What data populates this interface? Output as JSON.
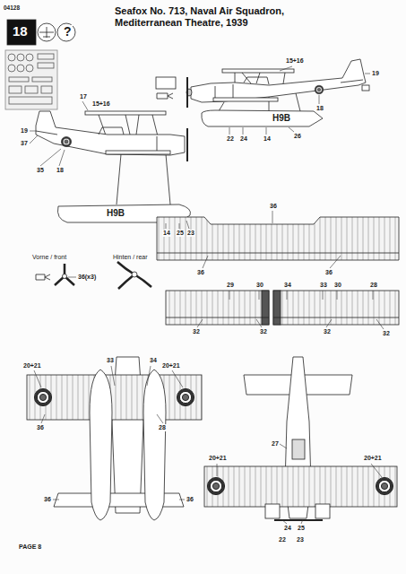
{
  "diagram": {
    "title": "Seafox No. 713, Naval Air Squadron, Mediterranean Theatre, 1939",
    "labels": [
      "04128",
      "18",
      "?",
      "15+16",
      "19",
      "18",
      "H9B",
      "22",
      "24",
      "14",
      "26",
      "17",
      "15+16",
      "19",
      "37",
      "35",
      "18",
      "H9B",
      "14",
      "25",
      "23",
      "Vorne / front",
      "Hinten / rear",
      "36(x3)",
      "36",
      "36",
      "36",
      "29",
      "30",
      "34",
      "33",
      "30",
      "28",
      "32",
      "32",
      "32",
      "32",
      "20+21",
      "33",
      "34",
      "20+21",
      "36",
      "28",
      "36",
      "36",
      "27",
      "20+21",
      "20+21",
      "24",
      "25",
      "22",
      "23",
      "PAGE 8"
    ]
  }
}
